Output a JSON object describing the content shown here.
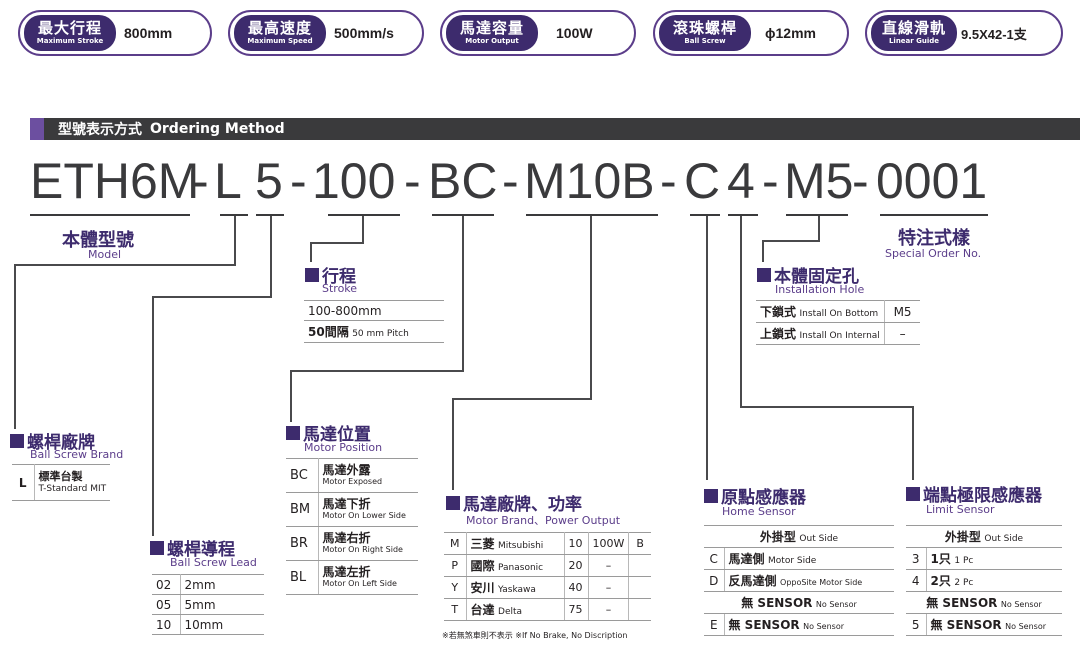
{
  "specs": [
    {
      "zh": "最大行程",
      "en": "Maximum Stroke",
      "value": "800mm"
    },
    {
      "zh": "最高速度",
      "en": "Maximum Speed",
      "value": "500mm/s"
    },
    {
      "zh": "馬達容量",
      "en": "Motor Output",
      "value": "100W"
    },
    {
      "zh": "滾珠螺桿",
      "en": "Ball Screw",
      "value": "ϕ12mm"
    },
    {
      "zh": "直線滑軌",
      "en": "Linear Guide",
      "value": "9.5X42-1支"
    }
  ],
  "ordering": {
    "zh": "型號表示方式",
    "en": "Ordering Method"
  },
  "code": [
    "ETH6M",
    "-",
    "L",
    "5",
    "-",
    "100",
    "-",
    "BC",
    "-",
    "M10B",
    "-",
    "C",
    "4",
    "-",
    "M5",
    "-",
    "0001"
  ],
  "model": {
    "zh": "本體型號",
    "en": "Model"
  },
  "special": {
    "zh": "特注式樣",
    "en": "Special Order No."
  },
  "stroke": {
    "zh": "行程",
    "en": "Stroke",
    "range": "100-800mm",
    "pitch_zh": "50間隔",
    "pitch_en": "50 mm Pitch"
  },
  "install": {
    "zh": "本體固定孔",
    "en": "Installation Hole",
    "rows": [
      {
        "zh": "下鎖式",
        "en": "Install On Bottom",
        "code": "M5"
      },
      {
        "zh": "上鎖式",
        "en": "Install On Internal",
        "code": "–"
      }
    ]
  },
  "brand": {
    "zh": "螺桿廠牌",
    "en": "Ball Screw Brand",
    "code": "L",
    "name_zh": "標準台製",
    "name_en": "T-Standard MIT"
  },
  "lead": {
    "zh": "螺桿導程",
    "en": "Ball Screw Lead",
    "rows": [
      {
        "code": "02",
        "value": "2mm"
      },
      {
        "code": "05",
        "value": "5mm"
      },
      {
        "code": "10",
        "value": "10mm"
      }
    ]
  },
  "motor_pos": {
    "zh": "馬達位置",
    "en": "Motor Position",
    "rows": [
      {
        "code": "BC",
        "zh": "馬達外露",
        "en": "Motor Exposed"
      },
      {
        "code": "BM",
        "zh": "馬達下折",
        "en": "Motor On Lower Side"
      },
      {
        "code": "BR",
        "zh": "馬達右折",
        "en": "Motor On Right Side"
      },
      {
        "code": "BL",
        "zh": "馬達左折",
        "en": "Motor On Left Side"
      }
    ]
  },
  "motor_brand": {
    "zh": "馬達廠牌、功率",
    "en": "Motor Brand、Power Output",
    "rows": [
      {
        "code": "M",
        "zh": "三菱",
        "en": "Mitsubishi",
        "num": "10",
        "w": "100W",
        "b": "B"
      },
      {
        "code": "P",
        "zh": "國際",
        "en": "Panasonic",
        "num": "20",
        "w": "–",
        "b": ""
      },
      {
        "code": "Y",
        "zh": "安川",
        "en": "Yaskawa",
        "num": "40",
        "w": "–",
        "b": ""
      },
      {
        "code": "T",
        "zh": "台達",
        "en": "Delta",
        "num": "75",
        "w": "–",
        "b": ""
      }
    ],
    "note": "※若無煞車則不表示 ※If No Brake, No Discription"
  },
  "home": {
    "zh": "原點感應器",
    "en": "Home Sensor",
    "header_zh": "外掛型",
    "header_en": "Out Side",
    "rows": [
      {
        "code": "C",
        "zh": "馬達側",
        "en": "Motor Side"
      },
      {
        "code": "D",
        "zh": "反馬達側",
        "en": "OppoSite Motor Side"
      }
    ],
    "none_zh": "無 SENSOR",
    "none_en": "No Sensor",
    "e_code": "E",
    "e_zh": "無 SENSOR",
    "e_en": "No Sensor"
  },
  "limit": {
    "zh": "端點極限感應器",
    "en": "Limit Sensor",
    "header_zh": "外掛型",
    "header_en": "Out Side",
    "rows": [
      {
        "code": "3",
        "zh": "1只",
        "en": "1 Pc"
      },
      {
        "code": "4",
        "zh": "2只",
        "en": "2 Pc"
      }
    ],
    "none_zh": "無 SENSOR",
    "none_en": "No Sensor",
    "e_code": "5",
    "e_zh": "無 SENSOR",
    "e_en": "No Sensor"
  }
}
